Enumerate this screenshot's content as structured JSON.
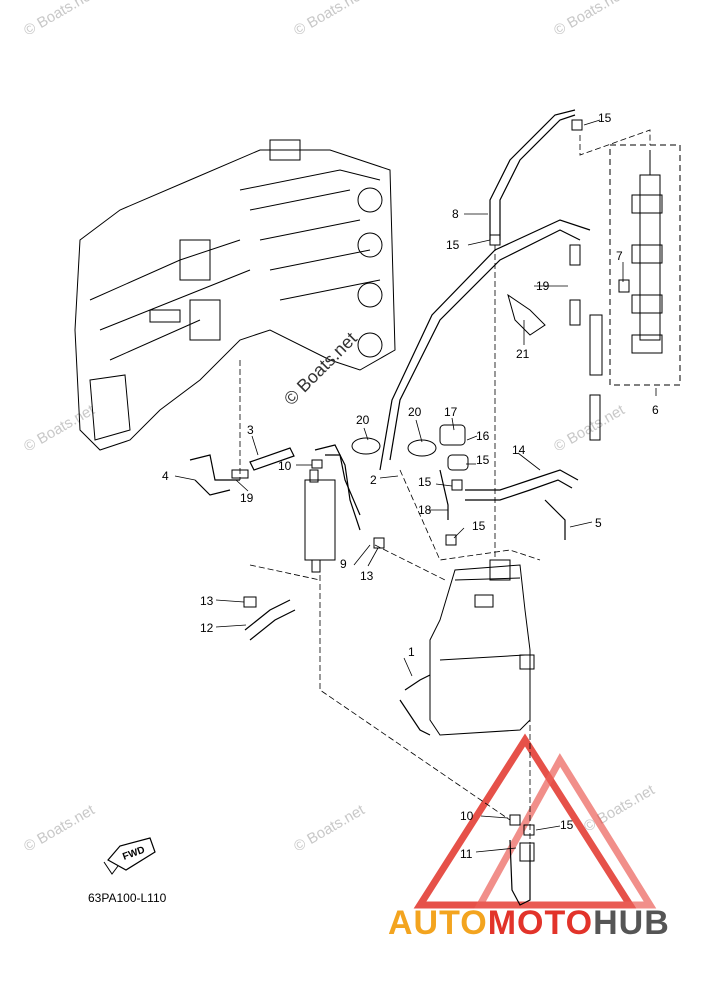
{
  "watermark": "© Boats.net",
  "center_watermark": "© Boats.net",
  "diagram_code": "63PA100-L110",
  "fwd_label": "FWD",
  "brand": {
    "part1": "AUTO",
    "part2": "MOTO",
    "part3": "HUB"
  },
  "callouts": [
    "1",
    "2",
    "3",
    "4",
    "5",
    "6",
    "7",
    "8",
    "9",
    "10",
    "10",
    "11",
    "12",
    "13",
    "13",
    "14",
    "15",
    "15",
    "15",
    "15",
    "15",
    "16",
    "17",
    "18",
    "19",
    "19",
    "20",
    "20",
    "21"
  ],
  "colors": {
    "line": "#000000",
    "watermark": "#c8c8c8",
    "logo_red": "#e2332a",
    "logo_orange": "#f3a41f",
    "logo_gray": "#555555"
  }
}
